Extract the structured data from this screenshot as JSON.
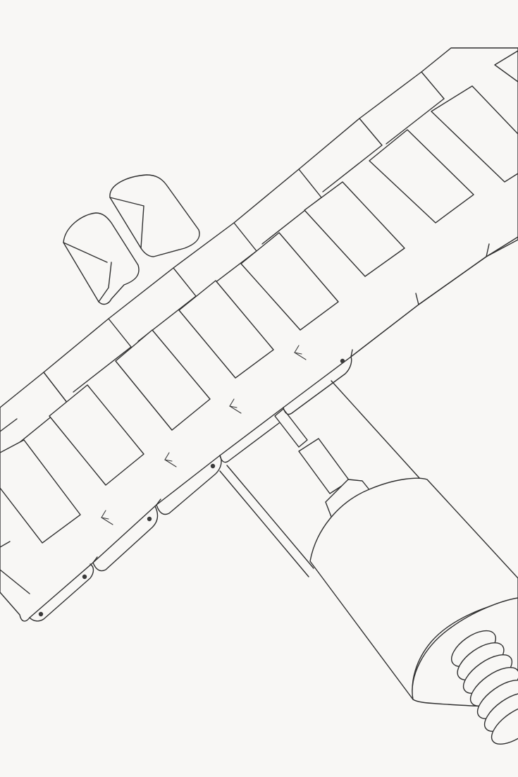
{
  "illustration": {
    "background_color": "#f8f7f5",
    "line_color": "#2f2f2f",
    "parts": [
      "watch-bracelet",
      "bracelet-link",
      "link-pin",
      "direction-arrow",
      "sizing-tool",
      "tool-pusher-pin",
      "tool-cylinder",
      "tool-screw-handle"
    ]
  }
}
